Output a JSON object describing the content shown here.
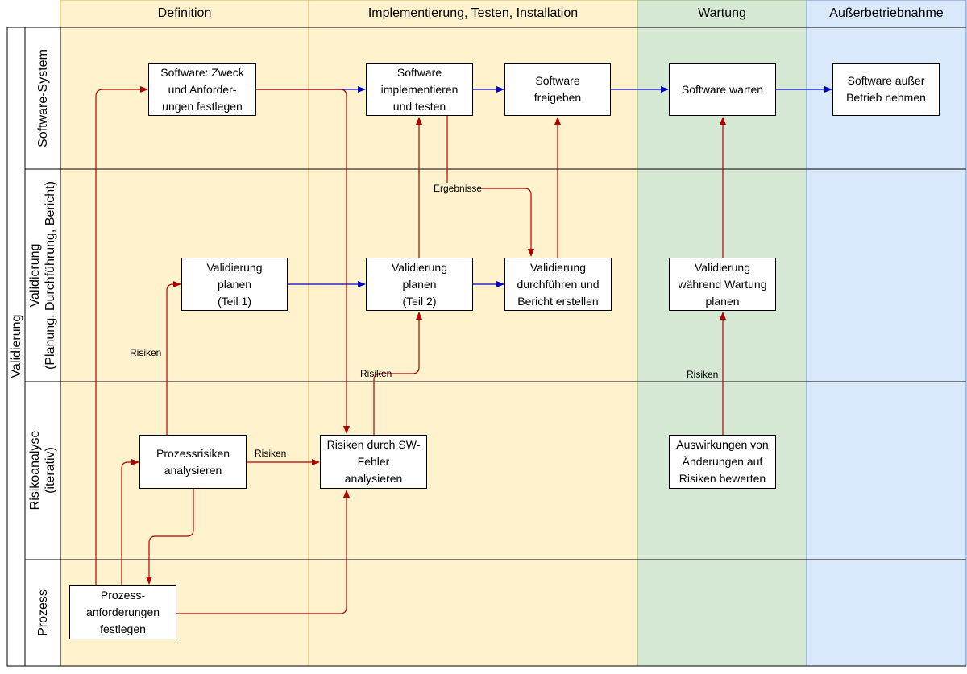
{
  "columns": {
    "definition": "Definition",
    "implementation": "Implementierung, Testen, Installation",
    "maintenance": "Wartung",
    "decommission": "Außerbetriebnahme"
  },
  "pool_label": "Validierung",
  "lanes": {
    "software": "Software-System",
    "validation": "Validierung\n(Planung, Durchführung, Bericht)",
    "risk": "Risikoanalyse\n(iterativ)",
    "process": "Prozess"
  },
  "boxes": {
    "sw_purpose": "Software: Zweck\nund Anforder-\nungen festlegen",
    "sw_implement": "Software\nimplementieren\nund testen",
    "sw_release": "Software\nfreigeben",
    "sw_maintain": "Software warten",
    "sw_decommission": "Software außer\nBetrieb nehmen",
    "val_plan1": "Validierung\nplanen\n(Teil 1)",
    "val_plan2": "Validierung\nplanen\n(Teil 2)",
    "val_execute": "Validierung\ndurchführen und\nBericht erstellen",
    "val_maint": "Validierung\nwährend Wartung\nplanen",
    "risk_process": "Prozessrisiken\nanalysieren",
    "risk_sw": "Risiken durch SW-\nFehler\nanalysieren",
    "risk_changes": "Auswirkungen von\nÄnderungen auf\nRisiken bewerten",
    "proc_requirements": "Prozess-\nanforderungen\nfestlegen"
  },
  "edge_labels": {
    "results": "Ergebnisse",
    "risks_1": "Risiken",
    "risks_2": "Risiken",
    "risks_3": "Risiken",
    "risks_4": "Risiken"
  },
  "colors": {
    "definition_bg": "#fff2cc",
    "definition_border": "#d6b656",
    "maintenance_bg": "#d5e8d4",
    "maintenance_border": "#82b366",
    "decommission_bg": "#dae8fc",
    "decommission_border": "#6c8ebf",
    "blue_arrow": "#0000cc",
    "red_arrow": "#b20000"
  }
}
